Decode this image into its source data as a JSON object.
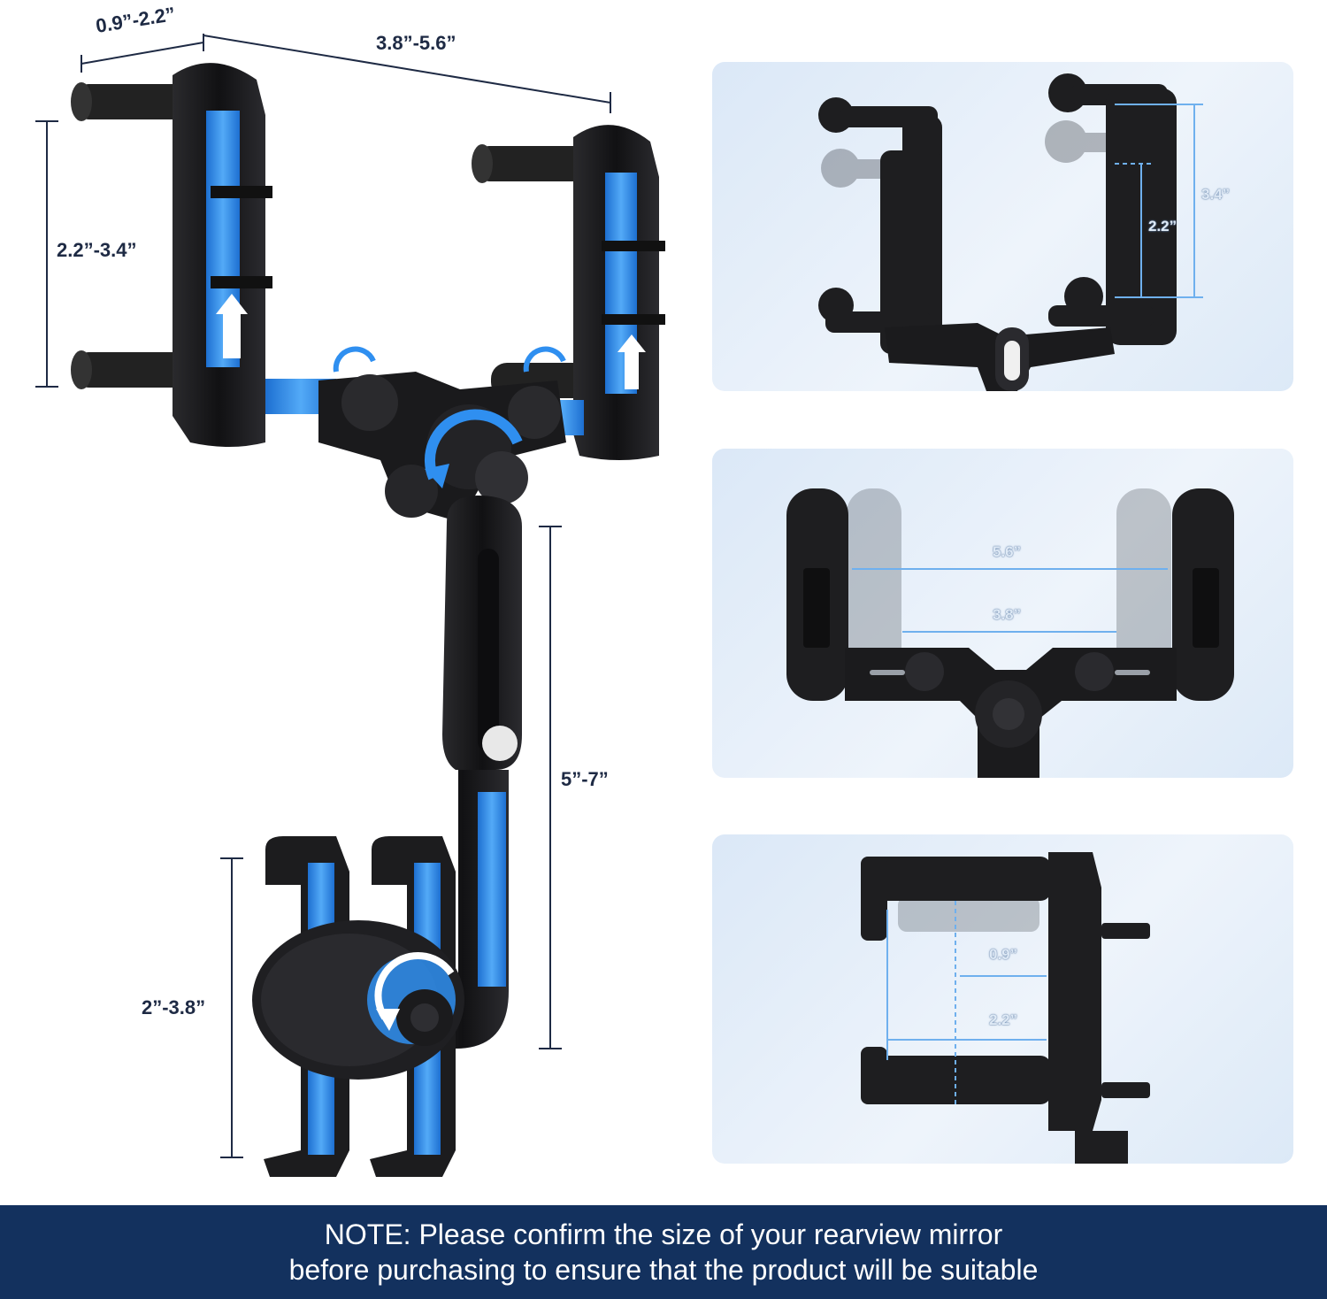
{
  "main_product": {
    "dimensions": {
      "clamp_depth": "0.9”-2.2”",
      "clamp_width": "3.8”-5.6”",
      "clamp_height": "2.2”-3.4”",
      "arm_length": "5”-7”",
      "phone_grip": "2”-3.8”"
    }
  },
  "panels": [
    {
      "labels": [
        "3.4”",
        "2.2”"
      ]
    },
    {
      "labels": [
        "5.6”",
        "3.8”"
      ]
    },
    {
      "labels": [
        "0.9”",
        "2.2”"
      ]
    }
  ],
  "note": {
    "line1": "NOTE: Please confirm the size of your rearview mirror",
    "line2": "before purchasing to ensure that the product will be suitable"
  },
  "colors": {
    "note_background": "#13315e",
    "accent_blue": "#2f8ff0",
    "product_black": "#1c1c1e",
    "dimension_text": "#1e2a44"
  }
}
